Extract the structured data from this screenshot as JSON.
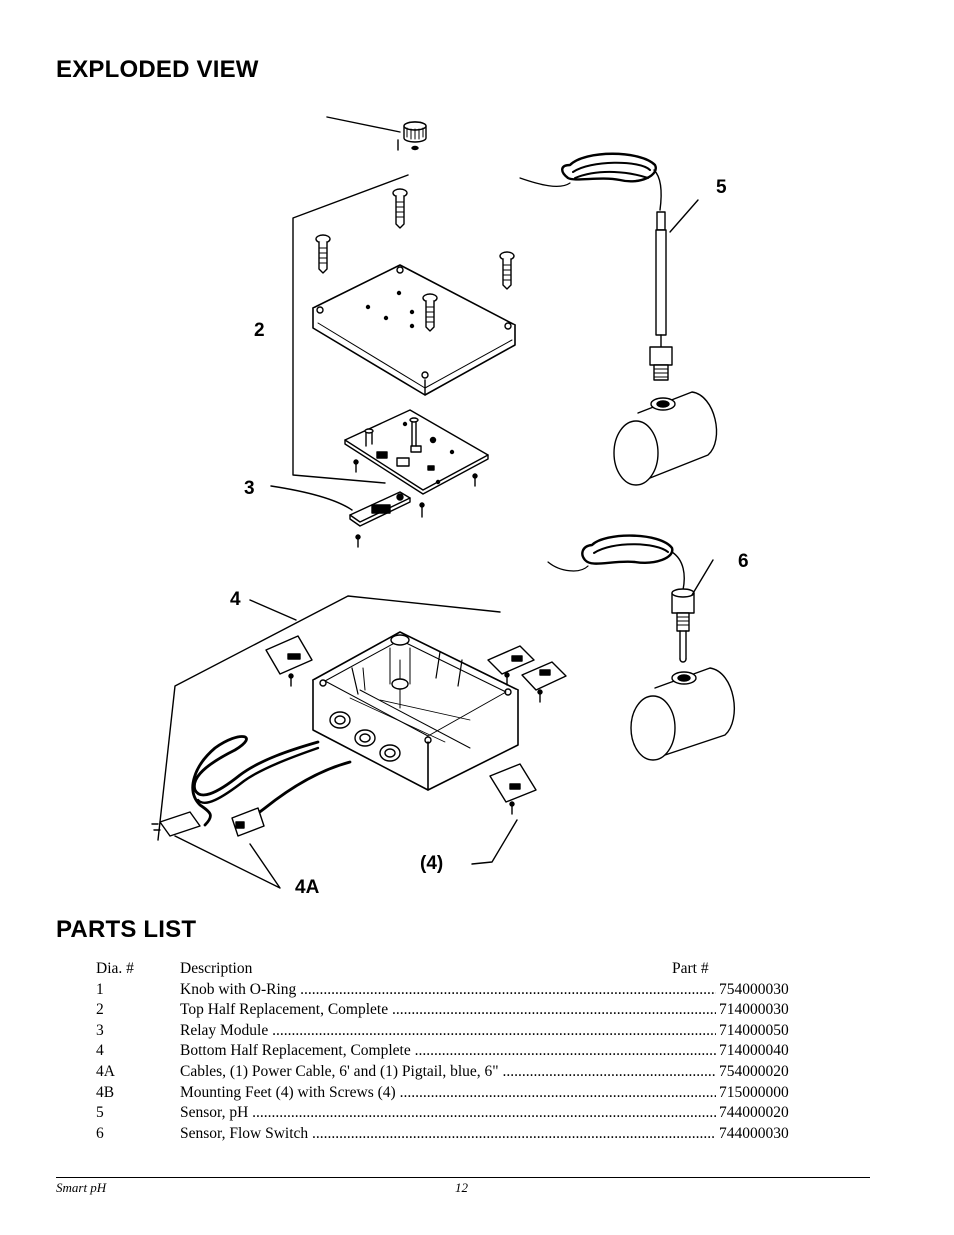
{
  "headings": {
    "exploded": "EXPLODED VIEW",
    "parts": "PARTS LIST"
  },
  "callouts": {
    "c2": "2",
    "c3": "3",
    "c4": "4",
    "c4a": "4A",
    "c5": "5",
    "c6": "6",
    "c4b": "(4)"
  },
  "parts_list": {
    "headers": {
      "dia": "Dia. #",
      "description": "Description",
      "part": "Part #"
    },
    "rows": [
      {
        "dia": "1",
        "description": "Knob with O-Ring",
        "part": "754000030"
      },
      {
        "dia": "2",
        "description": "Top Half Replacement, Complete",
        "part": "714000030"
      },
      {
        "dia": "3",
        "description": "Relay Module",
        "part": "714000050"
      },
      {
        "dia": "4",
        "description": "Bottom Half Replacement, Complete",
        "part": "714000040"
      },
      {
        "dia": "4A",
        "description": "Cables, (1) Power Cable, 6' and (1) Pigtail, blue, 6\"",
        "part": "754000020"
      },
      {
        "dia": "4B",
        "description": "Mounting Feet (4) with Screws (4)",
        "part": "715000000"
      },
      {
        "dia": "5",
        "description": "Sensor, pH",
        "part": "744000020"
      },
      {
        "dia": "6",
        "description": "Sensor, Flow Switch",
        "part": "744000030"
      }
    ]
  },
  "footer": {
    "product": "Smart pH",
    "page": "12"
  }
}
